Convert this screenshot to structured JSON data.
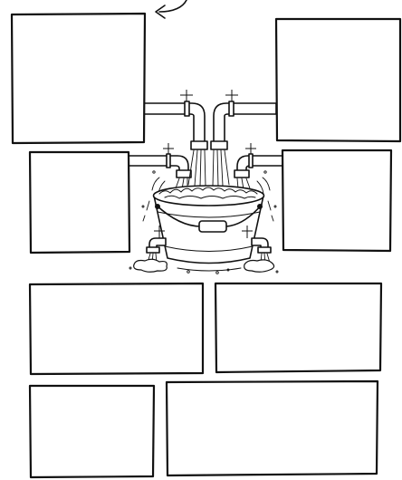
{
  "diagram": {
    "boxes": [
      {
        "id": "top-left",
        "text": ""
      },
      {
        "id": "top-right",
        "text": ""
      },
      {
        "id": "mid-left",
        "text": ""
      },
      {
        "id": "mid-right",
        "text": ""
      },
      {
        "id": "row3-left",
        "text": ""
      },
      {
        "id": "row3-right",
        "text": ""
      },
      {
        "id": "row4-left",
        "text": ""
      },
      {
        "id": "row4-right",
        "text": ""
      }
    ],
    "illustration": "bucket-with-inflow-pipes-and-outflow-taps",
    "colors": {
      "ink": "#111111",
      "paper": "#ffffff"
    }
  }
}
